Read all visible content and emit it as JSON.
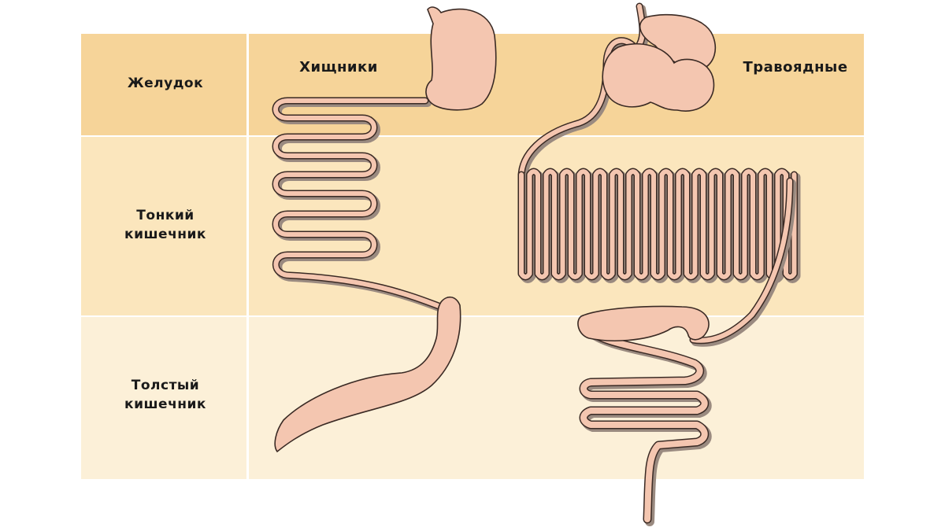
{
  "columns": {
    "carnivores": "Хищники",
    "herbivores": "Травоядные"
  },
  "rows": {
    "stomach": "Желудок",
    "small_intestine": "Тонкий\nкишечник",
    "large_intestine": "Толстый\nкишечник"
  },
  "colors": {
    "band_stomach": "#f6d499",
    "band_small": "#fbe6bd",
    "band_large": "#fcf0d8",
    "organ_fill": "#f4c6b0",
    "organ_outline": "#3a2a24",
    "organ_shadow": "#9a8a80"
  }
}
